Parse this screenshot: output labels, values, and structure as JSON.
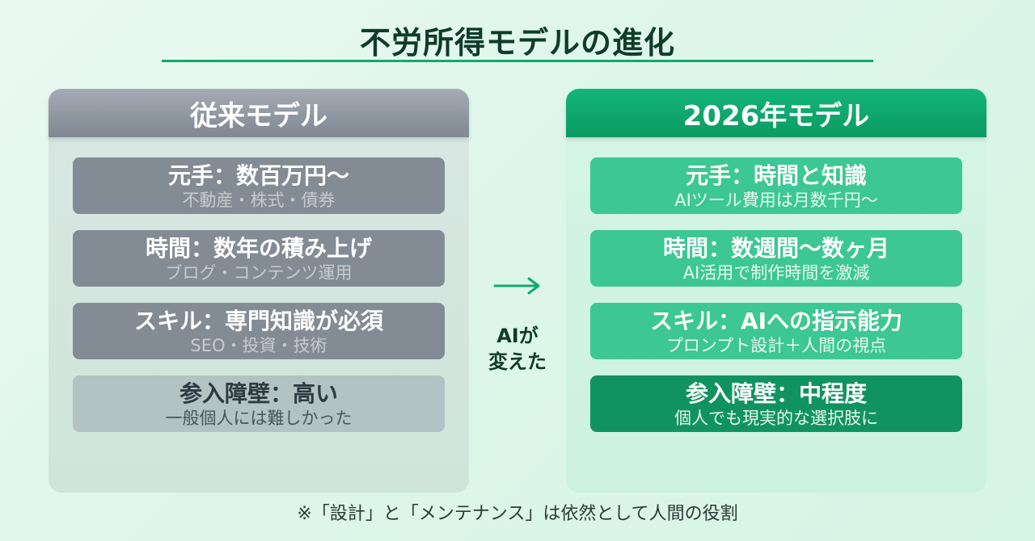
{
  "title": "不労所得モデルの進化",
  "traditional": {
    "header": "従来モデル",
    "cards": [
      {
        "main": "元手：数百万円〜",
        "sub": "不動産・株式・債券"
      },
      {
        "main": "時間：数年の積み上げ",
        "sub": "ブログ・コンテンツ運用"
      },
      {
        "main": "スキル：専門知識が必須",
        "sub": "SEO・投資・技術"
      },
      {
        "main": "参入障壁：高い",
        "sub": "一般個人には難しかった"
      }
    ]
  },
  "model2026": {
    "header": "2026年モデル",
    "cards": [
      {
        "main": "元手：時間と知識",
        "sub": "AIツール費用は月数千円〜"
      },
      {
        "main": "時間：数週間〜数ヶ月",
        "sub": "AI活用で制作時間を激減"
      },
      {
        "main": "スキル：AIへの指示能力",
        "sub": "プロンプト設計＋人間の視点"
      },
      {
        "main": "参入障壁：中程度",
        "sub": "個人でも現実的な選択肢に"
      }
    ]
  },
  "arrow": {
    "label_line1": "AIが",
    "label_line2": "変えた",
    "icon": "right-arrow-icon"
  },
  "footnote": "※「設計」と「メンテナンス」は依然として人間の役割",
  "colors": {
    "accent_green": "#12a86c",
    "header_gray": "#8a929b",
    "header_green": "#0ea56a",
    "title_dark": "#0f3b2c"
  }
}
